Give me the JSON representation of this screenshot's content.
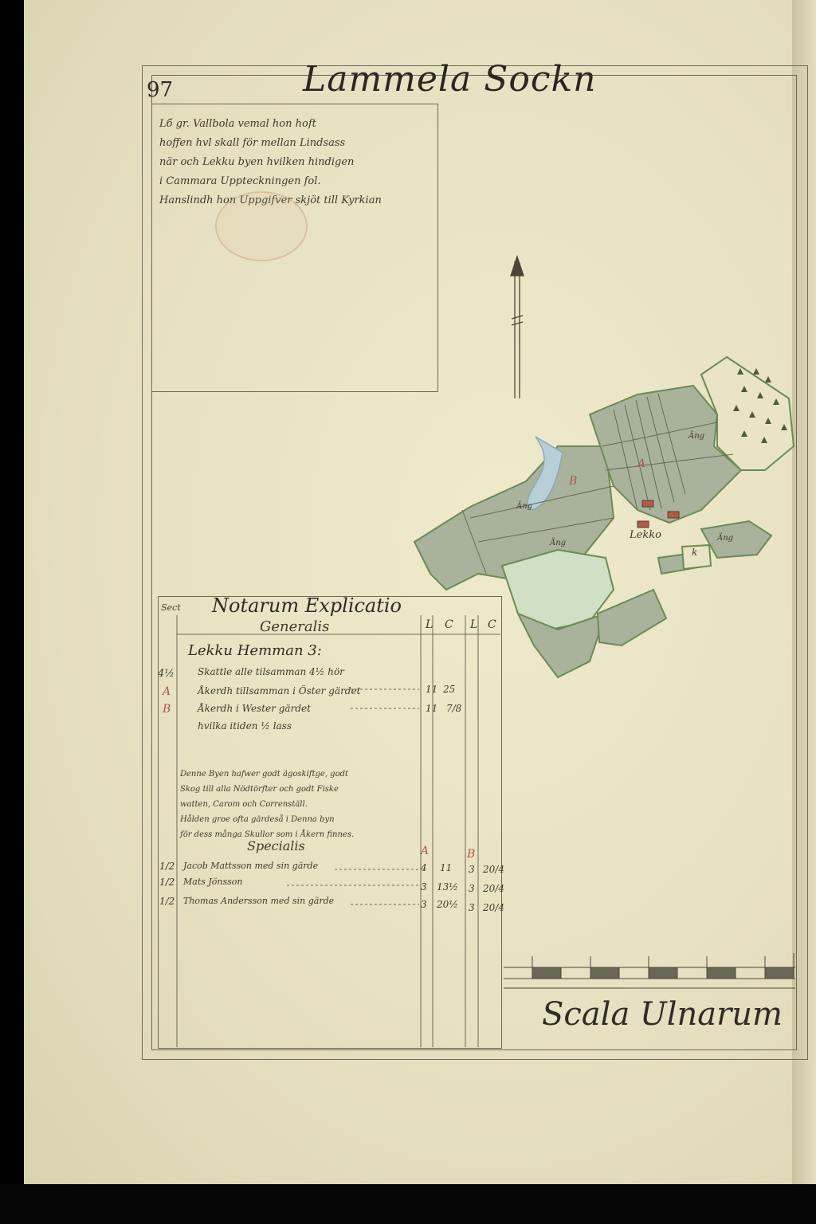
{
  "page": {
    "number": "97",
    "title": "Lammela Sockn"
  },
  "description_box": {
    "lines": [
      "Lб gr. Vallbola vemal hon hoft",
      "hoffen hvl skall för mellan Lindsass",
      "när och Lekku byen hvilken hindigen",
      "i Cammara Uppteckningen fol.",
      "Hanslindh hon Uppgifver skjöt till Kyrkian"
    ]
  },
  "legend": {
    "heading_prefix": "Sect",
    "heading": "Notarum Explicatio",
    "subheading": "Generalis",
    "column_heads": [
      "L",
      "C",
      "L",
      "C"
    ],
    "village": "Lekku Hemman 3:",
    "general_rows": [
      {
        "mark": "4½",
        "text": "Skattle alle tilsamman 4½ hör",
        "v1": "",
        "v2": ""
      },
      {
        "mark": "A",
        "text": "Åkerdh tillsamman i Öster gärdet",
        "v1": "11",
        "v2": "25"
      },
      {
        "mark": "B",
        "text": "Åkerdh i Wester gärdet",
        "v1": "11",
        "v2": "7/8"
      },
      {
        "mark": "",
        "text": "hvilka itiden ½ lass",
        "v1": "",
        "v2": ""
      }
    ],
    "note_lines": [
      "Denne Byen hafwer godt ägoskiftge, godt",
      "Skog till alla Nödtörfter och godt Fiske",
      "watten, Carom och Correnställ.",
      "Hålden groe ofta gärdeså i Denna byn",
      "för dess många Skullor som i Åkern finnes."
    ],
    "special_heading": "Specialis",
    "special_marks": [
      "A",
      "B"
    ],
    "special_rows": [
      {
        "share": "1/2",
        "name": "Jacob Mattsson med sin gärde",
        "a1": "4",
        "a2": "11",
        "b1": "3",
        "b2": "20/4"
      },
      {
        "share": "1/2",
        "name": "Mats Jönsson",
        "a1": "3",
        "a2": "13½",
        "b1": "3",
        "b2": "20/4"
      },
      {
        "share": "1/2",
        "name": "Thomas Andersson med sin gärde",
        "a1": "3",
        "a2": "20½",
        "b1": "3",
        "b2": "20/4"
      }
    ]
  },
  "map": {
    "labels": {
      "a": "A",
      "b": "B",
      "village": "Lekko",
      "ang1": "Äng",
      "ang2": "Äng",
      "ang3": "Äng",
      "ang4": "Äng",
      "k": "k"
    },
    "colors": {
      "field_green": "#a9b29b",
      "meadow_green": "#cfe0c4",
      "water_blue": "#b7cfd8",
      "border_green": "#6d8a55",
      "roof_red": "#b45a48"
    }
  },
  "scale": {
    "label": "Scala Ulnarum",
    "divisions": 10
  }
}
